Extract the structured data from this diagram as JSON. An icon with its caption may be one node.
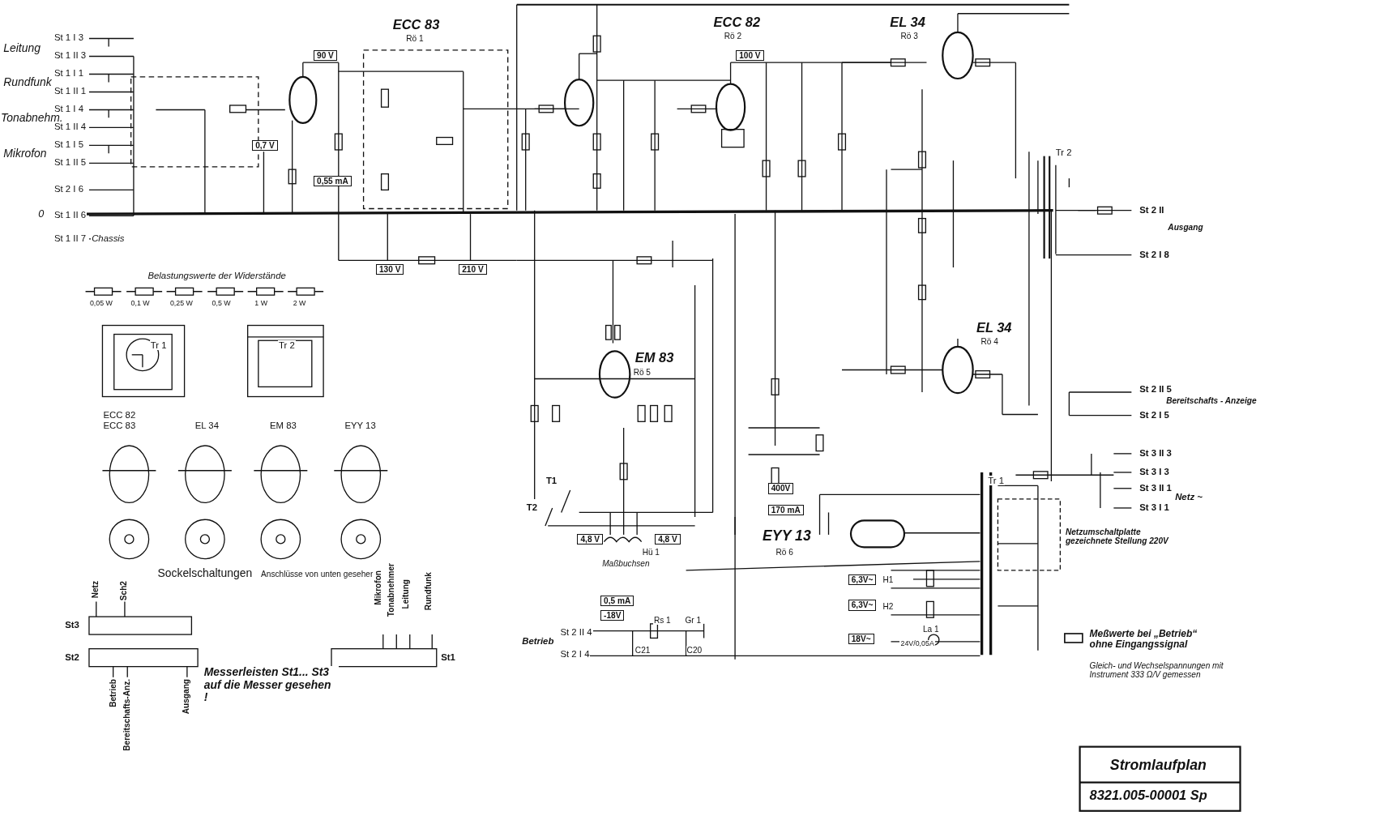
{
  "diagram": {
    "labels": [
      "Leitung",
      "Rundfunk",
      "Tonabnehm.",
      "Mikrofon",
      "0",
      "St 1 I 3",
      "St 1 II 3",
      "St 1 I 1",
      "St 1 II 1",
      "St 1 I 4",
      "St 1 II 4",
      "St 1 I 5",
      "St 1 II 5",
      "St 2 I 6",
      "St 1 II 6",
      "St 1 II 7",
      "Chassis",
      "ECC 83",
      "Rö 1",
      "90 V",
      "0,7 V",
      "0,55 mA",
      "130 V",
      "210 V",
      "ECC 82",
      "Rö 2",
      "EL 34",
      "Rö 3",
      "100 V",
      "EL 34",
      "Rö 4",
      "EM 83",
      "Rö 5",
      "Tr 2",
      "St 2 II",
      "Ausgang",
      "St 2 I 8",
      "St 2 II 5",
      "Bereitschafts - Anzeige",
      "St 2 I 5",
      "St 3 II 3",
      "St 3 I 3",
      "St 3 II 1",
      "St 3 I 1",
      "Netz ~",
      "Netzumschaltplatte gezeichnete Stellung 220V",
      "Tr 1",
      "EYY 13",
      "Rö 6",
      "400V",
      "170 mA",
      "T1",
      "T2",
      "4,8 V",
      "4,8 V",
      "Hü 1",
      "Maßbuchsen",
      "Betrieb",
      "St 2 II 4",
      "St 2 I 4",
      "0,5 mA",
      "-18V",
      "Rs 1",
      "Gr 1",
      "C21",
      "C20",
      "6,3V~",
      "H1",
      "6,3V~",
      "H2",
      "18V~",
      "La 1",
      "24V/0,05A",
      "Belastungswerte der Widerstände",
      "0,05 W",
      "0,1 W",
      "0,25 W",
      "0,5 W",
      "1 W",
      "2 W",
      "Tr 1",
      "Tr 2",
      "ECC 82",
      "ECC 83",
      "EL 34",
      "EM 83",
      "EYY 13",
      "Sockelschaltungen",
      "Anschlüsse von unten gesehen",
      "Netz",
      "Sch2",
      "St3",
      "St2",
      "Betrieb",
      "Bereitschafts-Anz.",
      "Ausgang",
      "Messerleisten St1... St3 auf die Messer gesehen !",
      "Mikrofon",
      "Tonabnehmer",
      "Leitung",
      "Rundfunk",
      "St1",
      "Gleich- und Wechselspannungen mit Instrument 333 Ω/V gemessen",
      "Stromlaufplan",
      "8321.005-00001 Sp"
    ],
    "legend": [
      {
        "text": "Meßwerte bei „Betrieb“ ohne Eingangssignal"
      }
    ]
  }
}
